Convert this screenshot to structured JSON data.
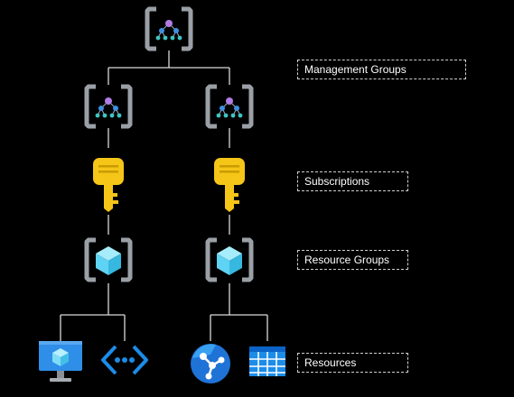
{
  "levels": {
    "management_groups": "Management Groups",
    "subscriptions": "Subscriptions",
    "resource_groups": "Resource Groups",
    "resources": "Resources"
  },
  "colors": {
    "background": "#000000",
    "connector": "#d9d9d9",
    "bracket": "#9aa0a6",
    "hierarchy_top_node": "#b07ce6",
    "hierarchy_mid_nodes": "#3f8fe0",
    "hierarchy_leaf_nodes": "#40c4c4",
    "key": "#f5c518",
    "cube": "#5fd3f3",
    "vm_screen": "#2f8ee8",
    "web_app": "#1f73d6",
    "storage_table": "#1c8ce8"
  },
  "icons": {
    "root_management_group": "management-group-icon",
    "child_management_groups": "management-group-icon",
    "subscriptions": "key-icon",
    "resource_groups": "resource-group-icon",
    "resources": [
      "virtual-machine-icon",
      "virtual-network-icon",
      "app-service-icon",
      "storage-table-icon"
    ]
  }
}
